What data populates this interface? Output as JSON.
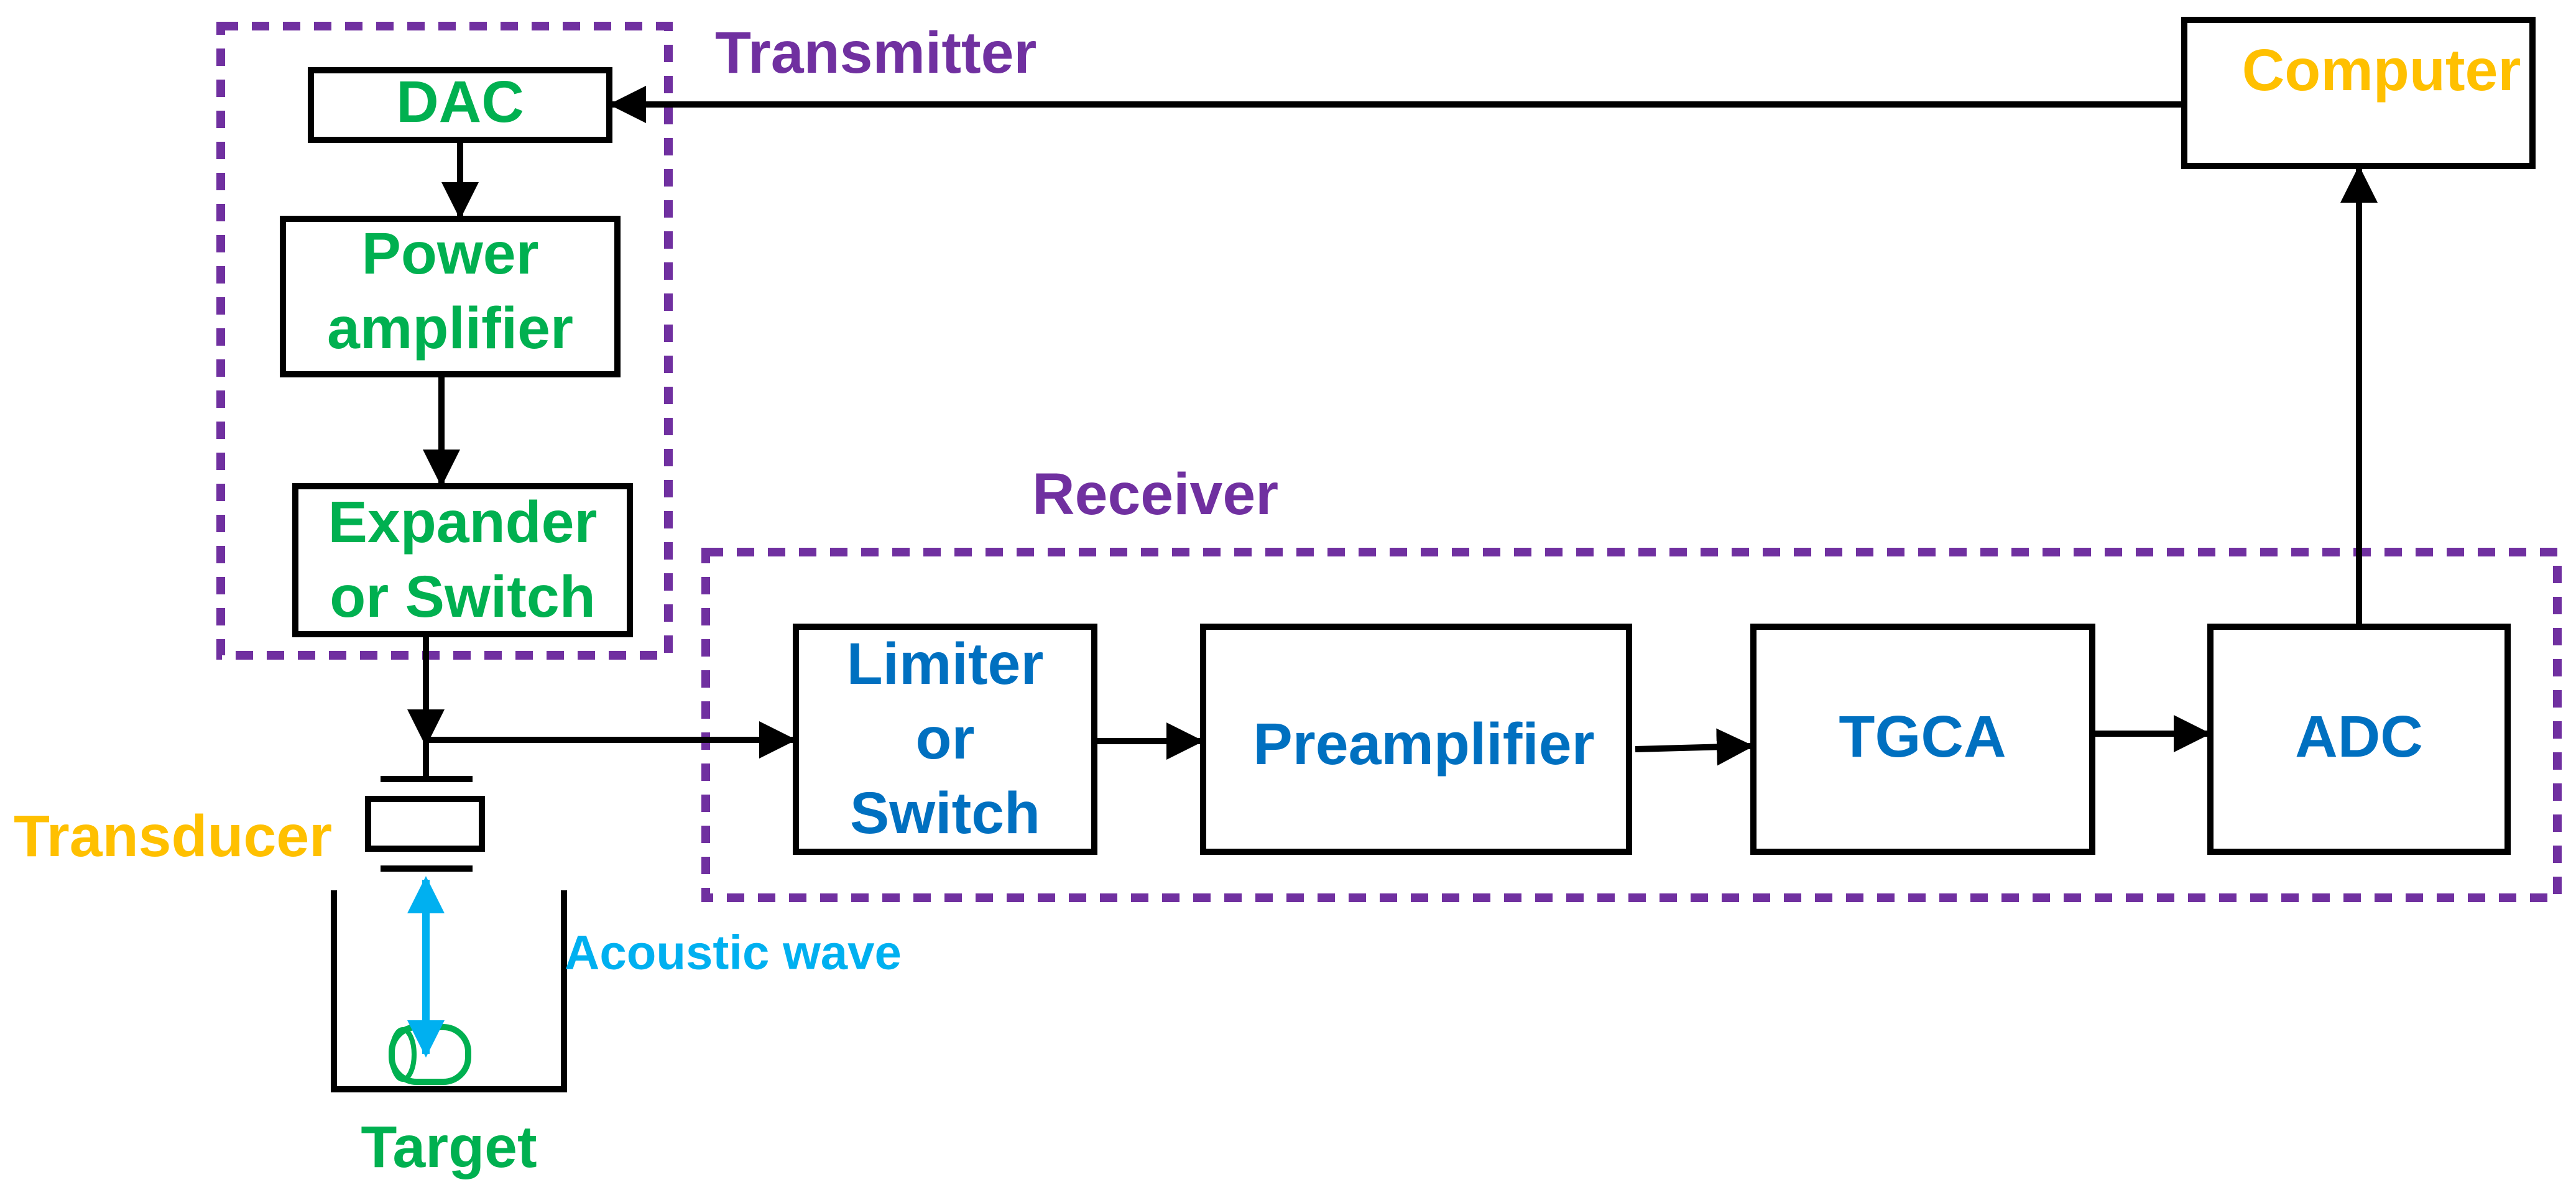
{
  "colors": {
    "transmitter": "#00B050",
    "receiver": "#0070C0",
    "group": "#7030A0",
    "external": "#FFC000",
    "acoustic": "#00B0F0",
    "line": "#000000"
  },
  "groups": {
    "transmitter": "Transmitter",
    "receiver": "Receiver"
  },
  "transmitter_blocks": {
    "dac": "DAC",
    "power_amp": [
      "Power",
      "amplifier"
    ],
    "expander": [
      "Expander",
      "or Switch"
    ]
  },
  "receiver_blocks": {
    "limiter": [
      "Limiter",
      "or",
      "Switch"
    ],
    "preamp": "Preamplifier",
    "tgca": "TGCA",
    "adc": "ADC"
  },
  "computer": "Computer",
  "transducer": "Transducer",
  "acoustic_wave": "Acoustic wave",
  "target": "Target"
}
